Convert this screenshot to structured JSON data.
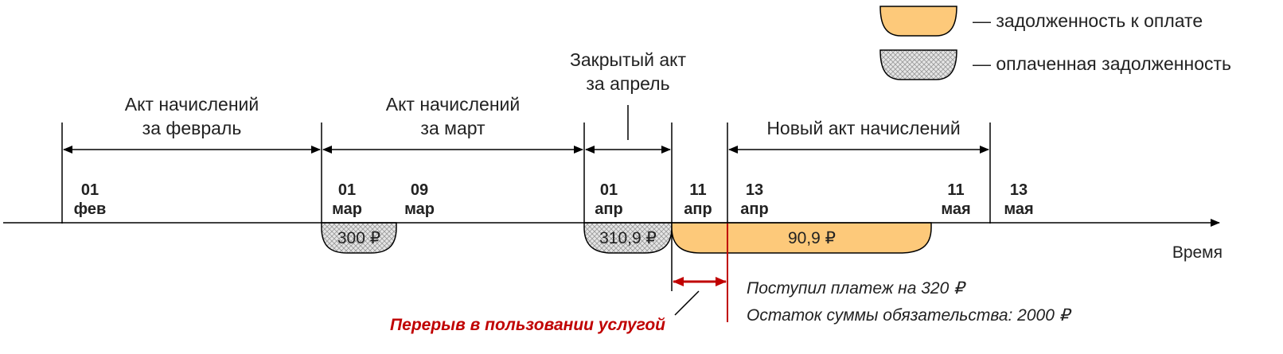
{
  "colors": {
    "debt_fill": "#fdc97a",
    "paid_fill": "#e6e6e6",
    "accent_red": "#c00000",
    "line": "#000000"
  },
  "legend": {
    "debt_label": "— задолженность к оплате",
    "paid_label": "— оплаченная задолженность"
  },
  "acts": {
    "feb": [
      "Акт начислений",
      "за февраль"
    ],
    "mar": [
      "Акт начислений",
      "за март"
    ],
    "apr": [
      "Закрытый акт",
      "за апрель"
    ],
    "new": [
      "Новый акт начислений"
    ]
  },
  "dates": [
    {
      "day": "01",
      "month": "фев"
    },
    {
      "day": "01",
      "month": "мар"
    },
    {
      "day": "09",
      "month": "мар"
    },
    {
      "day": "01",
      "month": "апр"
    },
    {
      "day": "11",
      "month": "апр"
    },
    {
      "day": "13",
      "month": "апр"
    },
    {
      "day": "11",
      "month": "мая"
    },
    {
      "day": "13",
      "month": "мая"
    }
  ],
  "amounts": {
    "mar": "300 ₽",
    "apr": "310,9 ₽",
    "debt": "90,9 ₽"
  },
  "axis_label": "Время",
  "notes": {
    "payment": "Поступил платеж на 320 ₽",
    "remainder": "Остаток суммы обязательства: 2000 ₽"
  },
  "break_label": "Перерыв в пользовании услугой"
}
